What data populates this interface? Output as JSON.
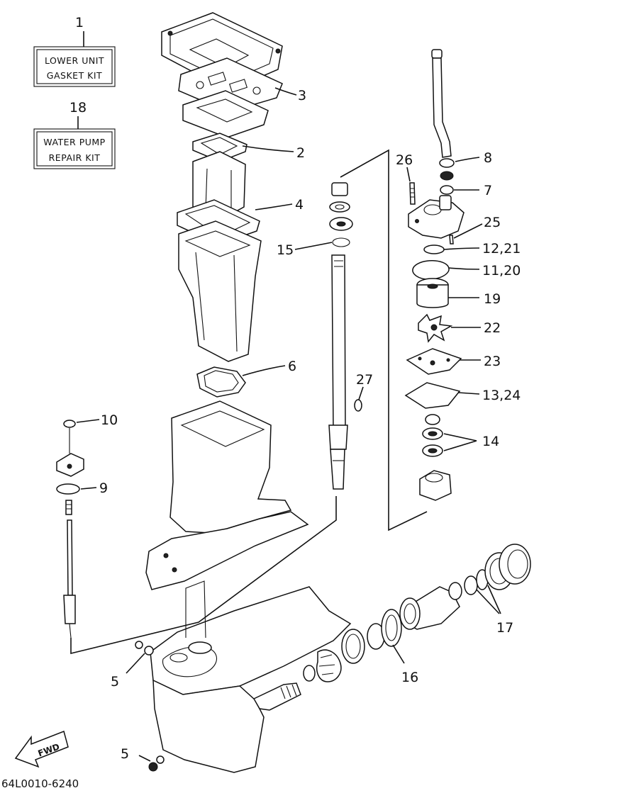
{
  "diagram": {
    "drawing_code": "64L0010-6240",
    "fwd_label": "FWD",
    "kits": [
      {
        "number": "1",
        "lines": [
          "LOWER UNIT",
          "GASKET KIT"
        ]
      },
      {
        "number": "18",
        "lines": [
          "WATER PUMP",
          "REPAIR KIT"
        ]
      }
    ],
    "callouts": [
      {
        "id": "c3",
        "label": "3"
      },
      {
        "id": "c2",
        "label": "2"
      },
      {
        "id": "c4",
        "label": "4"
      },
      {
        "id": "c6",
        "label": "6"
      },
      {
        "id": "c15",
        "label": "15"
      },
      {
        "id": "c26",
        "label": "26"
      },
      {
        "id": "c8",
        "label": "8"
      },
      {
        "id": "c7",
        "label": "7"
      },
      {
        "id": "c25",
        "label": "25"
      },
      {
        "id": "c12",
        "label": "12,21"
      },
      {
        "id": "c11",
        "label": "11,20"
      },
      {
        "id": "c19",
        "label": "19"
      },
      {
        "id": "c22",
        "label": "22"
      },
      {
        "id": "c23",
        "label": "23"
      },
      {
        "id": "c13",
        "label": "13,24"
      },
      {
        "id": "c14",
        "label": "14"
      },
      {
        "id": "c27",
        "label": "27"
      },
      {
        "id": "c10",
        "label": "10"
      },
      {
        "id": "c9",
        "label": "9"
      },
      {
        "id": "c17",
        "label": "17"
      },
      {
        "id": "c16",
        "label": "16"
      },
      {
        "id": "c5a",
        "label": "5"
      },
      {
        "id": "c5b",
        "label": "5"
      }
    ]
  }
}
